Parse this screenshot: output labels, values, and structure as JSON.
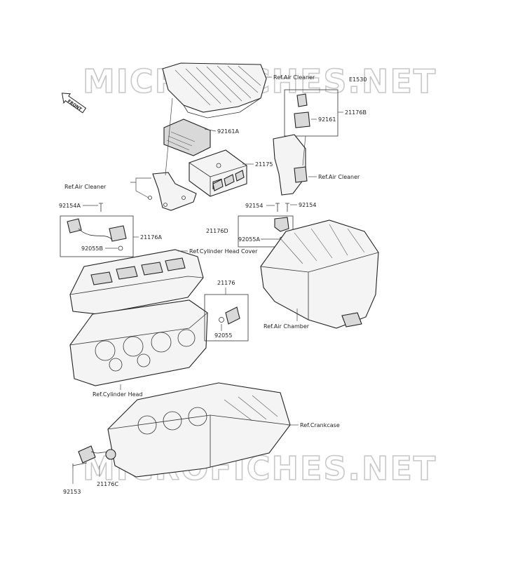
{
  "diagram_code": "E1530",
  "front_marker": "FRONT",
  "watermark": "MICROFICHES.NET",
  "labels": {
    "ref_air_cleaner_top": "Ref.Air Cleaner",
    "p92161A": "92161A",
    "p21175": "21175",
    "ref_air_cleaner_left": "Ref.Air Cleaner",
    "p21176B": "21176B",
    "p92161": "92161",
    "ref_air_cleaner_right": "Ref.Air Cleaner",
    "p92154_left": "92154",
    "p92154_right": "92154",
    "p21176D": "21176D",
    "p92055A": "92055A",
    "p92154A": "92154A",
    "p21176A": "21176A",
    "p92055B": "92055B",
    "ref_cyl_head_cover": "Ref.Cylinder Head Cover",
    "p21176": "21176",
    "p92055": "92055",
    "ref_air_chamber": "Ref.Air Chamber",
    "ref_cyl_head": "Ref.Cylinder Head",
    "ref_crankcase": "Ref.Crankcase",
    "p92153": "92153",
    "p21176C": "21176C"
  }
}
